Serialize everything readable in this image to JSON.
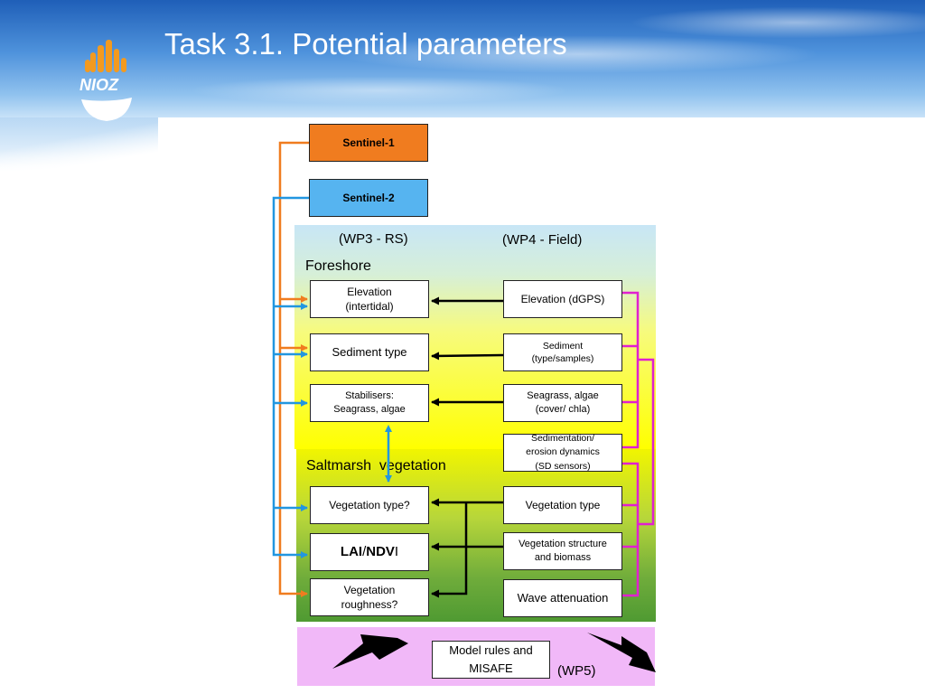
{
  "slide": {
    "title": "Task 3.1. Potential parameters",
    "logo_text": "NIOZ"
  },
  "sources": {
    "sentinel1": "Sentinel-1",
    "sentinel2": "Sentinel-2"
  },
  "headers": {
    "wp3": "(WP3 - RS)",
    "wp4": "(WP4 - Field)",
    "foreshore": "Foreshore",
    "saltmarsh": "Saltmarsh  vegetation",
    "wp5": "(WP5)"
  },
  "rs_params": {
    "elevation": [
      "Elevation",
      "(intertidal)"
    ],
    "sediment_type": "Sediment type",
    "stabilisers": [
      "Stabilisers:",
      "Seagrass, algae"
    ],
    "vegetation_type": "Vegetation type?",
    "lai": "LAI",
    "lai_sep": "/",
    "ndvi": "NDV",
    "ndvi_suffix": "I",
    "roughness": [
      "Vegetation",
      "roughness?"
    ]
  },
  "field_params": {
    "elevation": "Elevation (dGPS)",
    "sediment": [
      "Sediment",
      "(type/samples)"
    ],
    "seagrass": [
      "Seagrass, algae",
      "(cover/ chla)"
    ],
    "sedimentation": [
      "Sedimentation/",
      "erosion dynamics",
      "(SD sensors)"
    ],
    "vegetation_type": "Vegetation type",
    "structure": [
      "Vegetation structure",
      "and biomass"
    ],
    "wave": "Wave attenuation"
  },
  "model": {
    "label": [
      "Model rules and",
      "MISAFE"
    ]
  },
  "colors": {
    "sentinel1": "#f07c1f",
    "sentinel2": "#56b4f0",
    "orange_line": "#f07c1f",
    "blue_line": "#2196e0",
    "magenta_line": "#e020d0",
    "black_line": "#000000"
  },
  "icons": {
    "logo": "nioz-logo",
    "arrow": "arrowhead"
  }
}
